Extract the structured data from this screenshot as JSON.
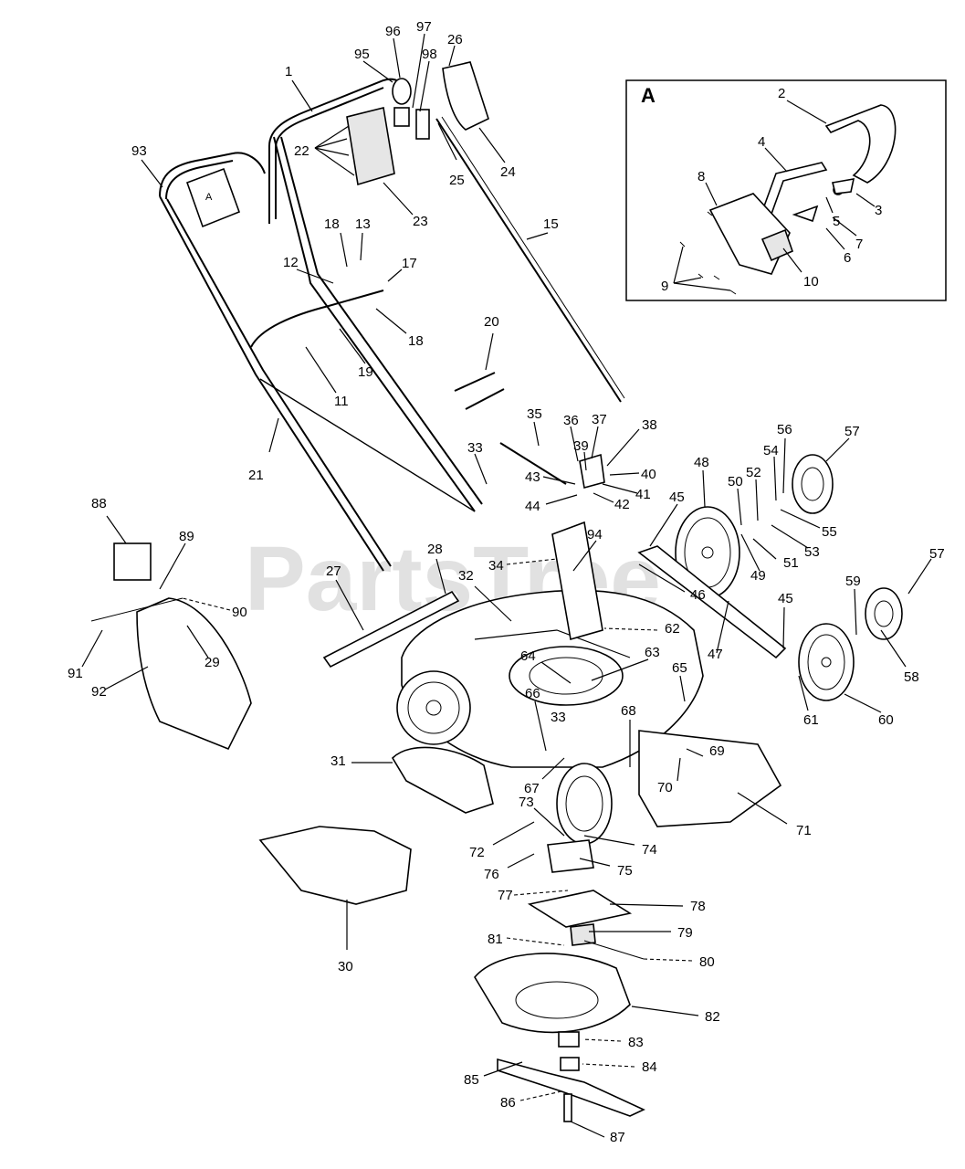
{
  "inset": {
    "title": "A"
  },
  "watermark": "PartsTree",
  "callouts": [
    "1",
    "2",
    "3",
    "4",
    "5",
    "6",
    "7",
    "8",
    "9",
    "10",
    "11",
    "12",
    "13",
    "15",
    "17",
    "18",
    "18",
    "19",
    "20",
    "21",
    "22",
    "23",
    "24",
    "25",
    "26",
    "27",
    "28",
    "29",
    "30",
    "31",
    "32",
    "33",
    "33",
    "34",
    "35",
    "36",
    "37",
    "38",
    "39",
    "40",
    "41",
    "42",
    "43",
    "44",
    "45",
    "45",
    "46",
    "47",
    "48",
    "49",
    "50",
    "51",
    "52",
    "53",
    "54",
    "55",
    "56",
    "57",
    "57",
    "58",
    "59",
    "60",
    "61",
    "62",
    "63",
    "64",
    "65",
    "66",
    "67",
    "68",
    "69",
    "70",
    "71",
    "72",
    "73",
    "74",
    "75",
    "76",
    "77",
    "78",
    "79",
    "80",
    "81",
    "82",
    "83",
    "84",
    "85",
    "86",
    "87",
    "88",
    "89",
    "90",
    "91",
    "92",
    "93",
    "94",
    "95",
    "96",
    "97",
    "98"
  ]
}
